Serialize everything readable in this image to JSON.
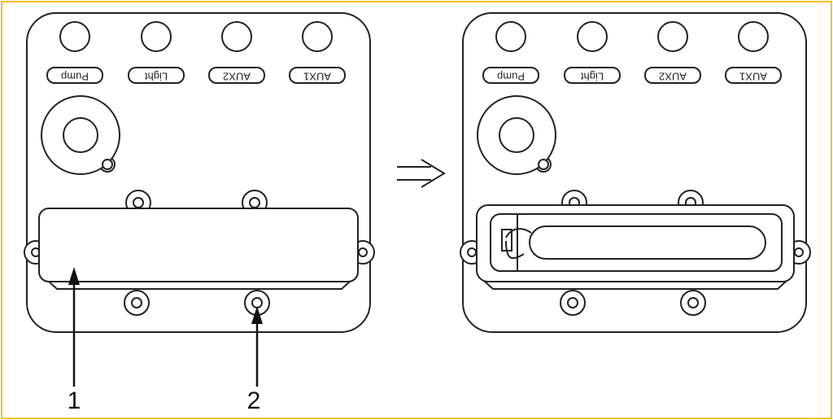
{
  "diagram": {
    "panel_labels": [
      "Pump",
      "Light",
      "AUX2",
      "AUX1"
    ],
    "callouts": [
      "1",
      "2"
    ],
    "transition_arrow": "double-arrow-right",
    "colors": {
      "frame": "#f4c021",
      "line": "#222222"
    }
  }
}
